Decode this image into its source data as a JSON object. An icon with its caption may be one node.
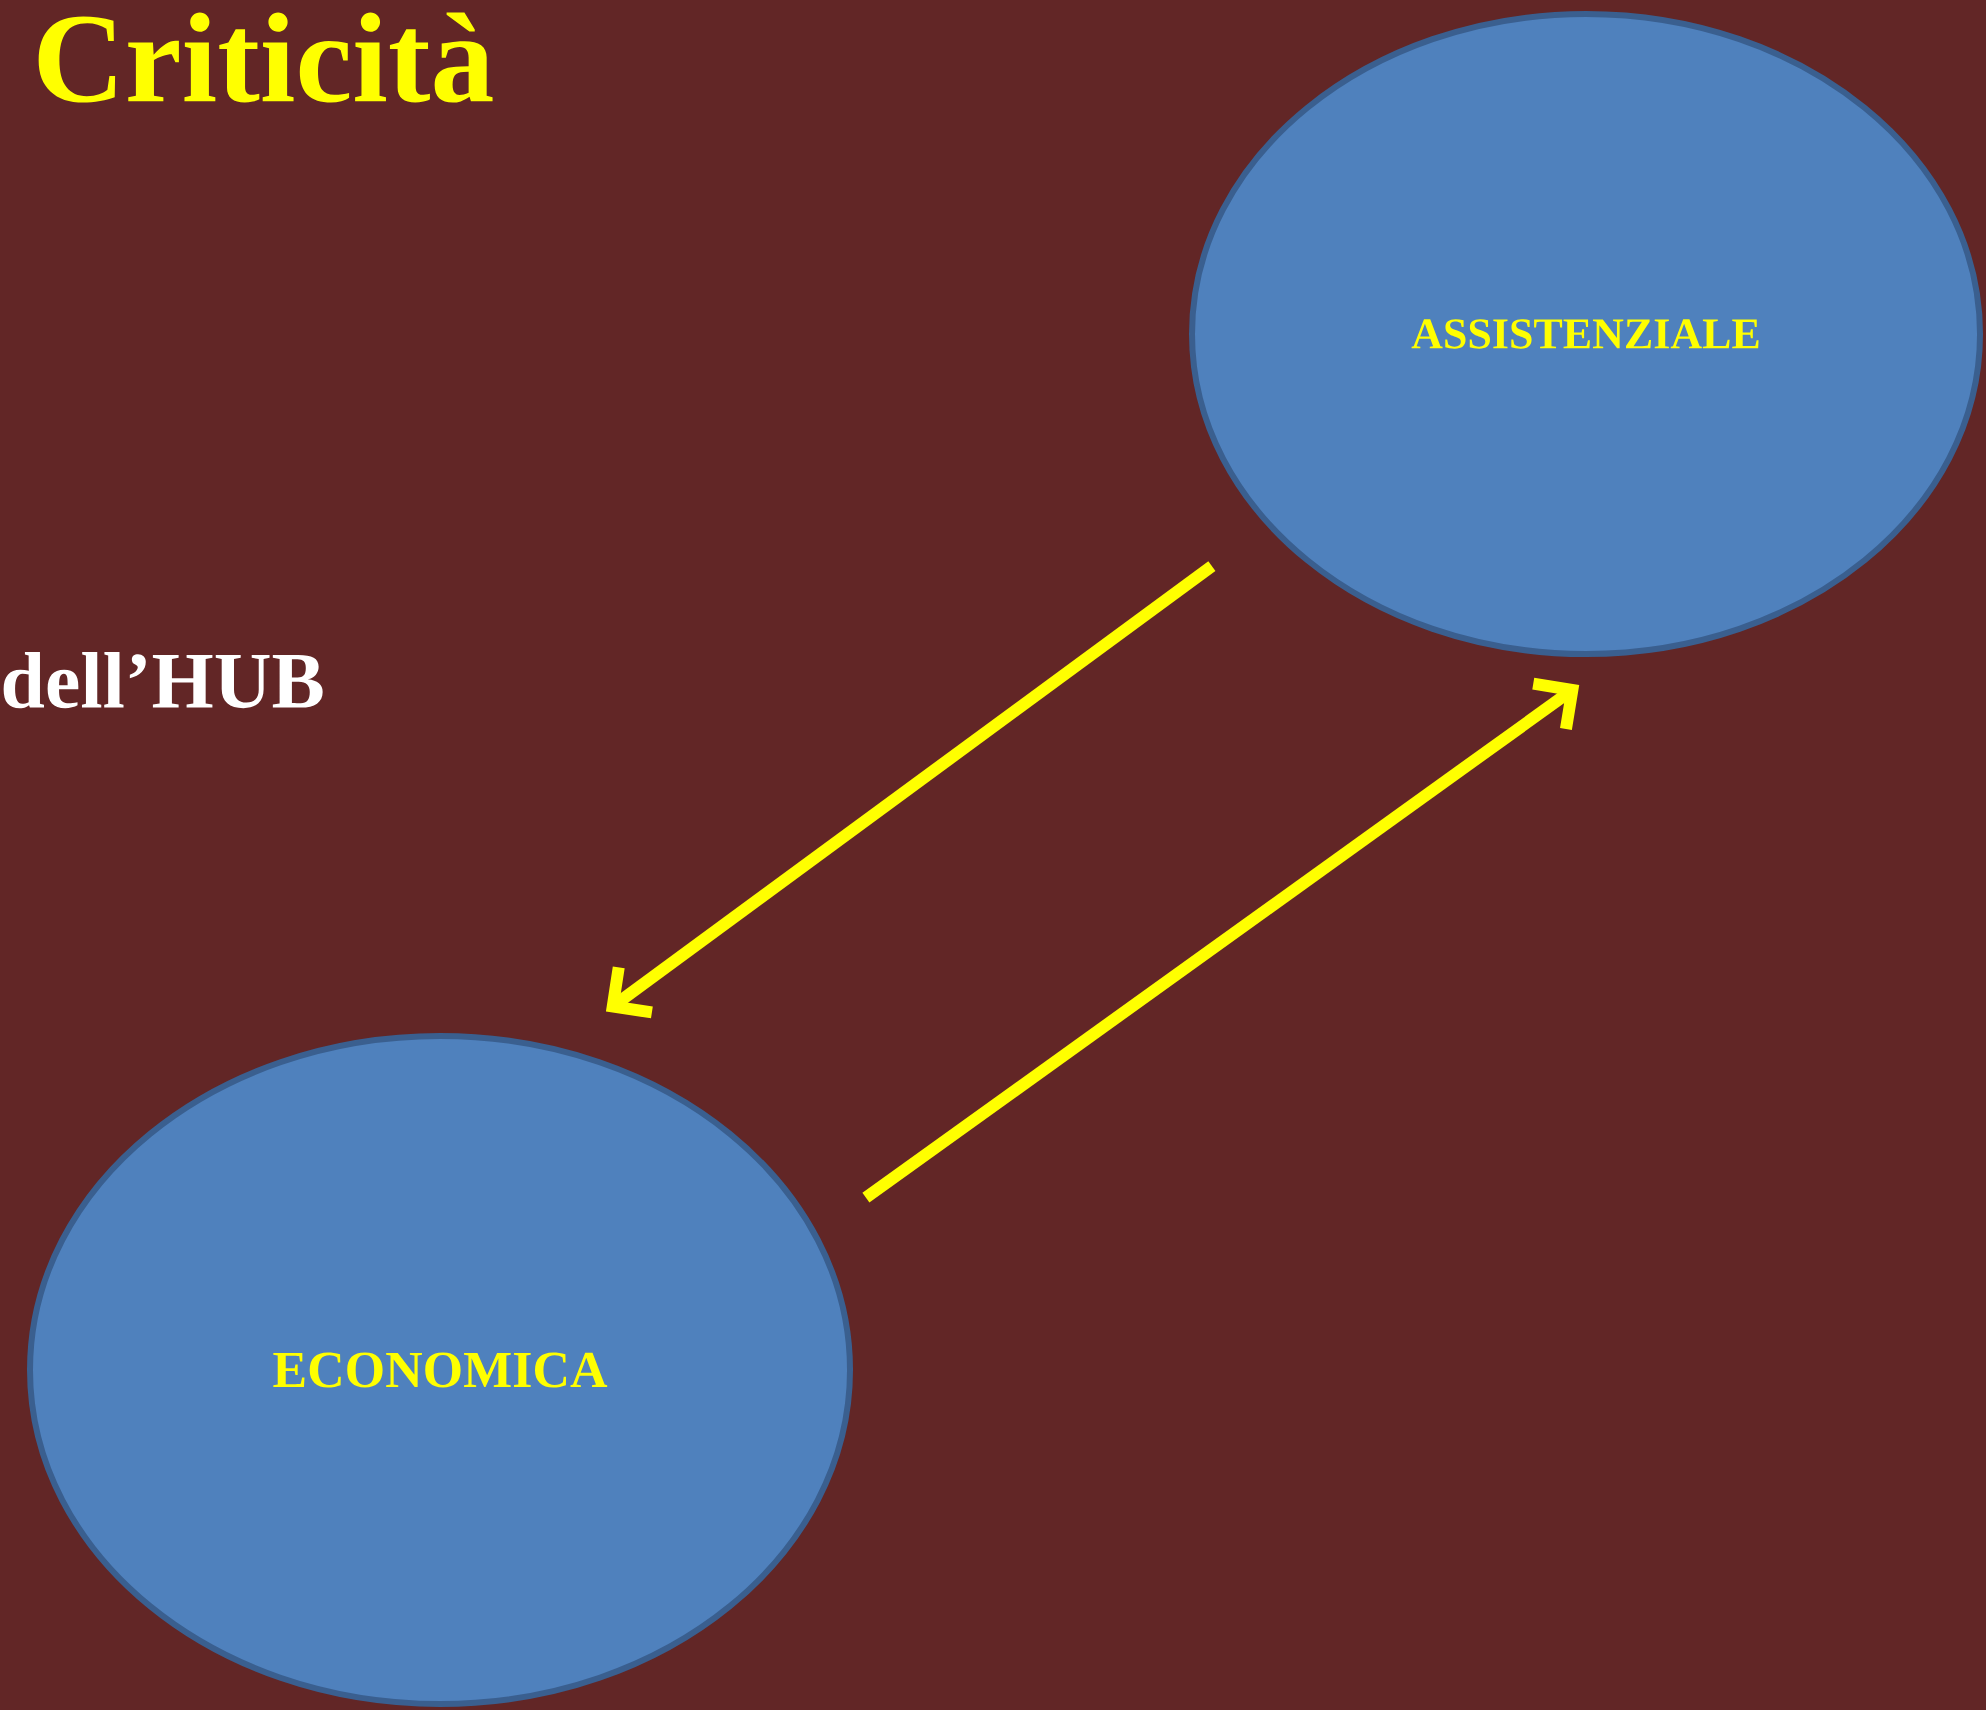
{
  "diagram": {
    "title": "Criticità",
    "nodes": [
      {
        "text": [
          "ASSISTENZIALE"
        ]
      },
      {
        "text": [
          "ECONOMICA"
        ]
      }
    ],
    "edges": [
      {
        "from": 0,
        "to": 1,
        "arrow": "to",
        "color": "#ffff00"
      },
      {
        "from": 1,
        "to": 0,
        "arrow": "to",
        "color": "#ffff00"
      }
    ],
    "labels": [
      "dell’HUB"
    ]
  }
}
